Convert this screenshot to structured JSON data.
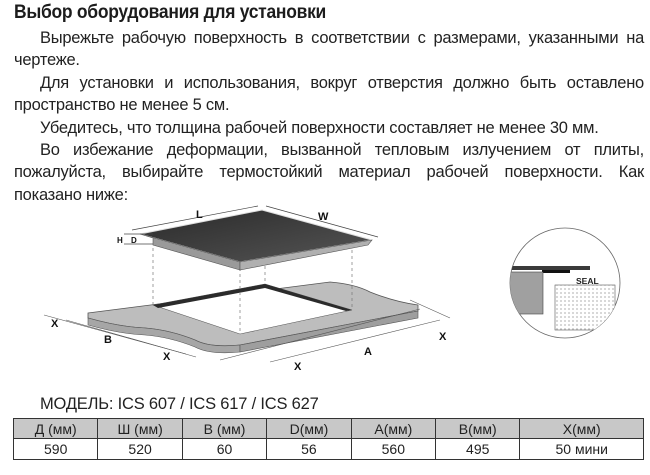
{
  "heading": "Выбор оборудования для установки",
  "paragraphs": [
    "Вырежьте рабочую поверхность в соответствии с размерами, указанными на чертеже.",
    "Для установки и использования, вокруг отверстия должно быть оставлено пространство не менее 5 см.",
    "Убедитесь, что толщина рабочей поверхности составляет не менее 30 мм.",
    "Во избежание деформации, вызванной тепловым излучением от плиты, пожалуйста, выбирайте термостойкий материал рабочей поверхности. Как показано ниже:"
  ],
  "diagram": {
    "labels": {
      "L": "L",
      "W": "W",
      "H": "H",
      "D": "D",
      "A": "A",
      "B": "B",
      "X": "X",
      "seal": "SEAL"
    }
  },
  "model_line": "МОДЕЛЬ: ICS 607 / ICS 617 / ICS 627",
  "table": {
    "headers": [
      "Д (мм)",
      "Ш (мм)",
      "В (мм)",
      "D(мм)",
      "A(мм)",
      "B(мм)",
      "X(мм)"
    ],
    "values": [
      "590",
      "520",
      "60",
      "56",
      "560",
      "495",
      "50 мини"
    ]
  }
}
